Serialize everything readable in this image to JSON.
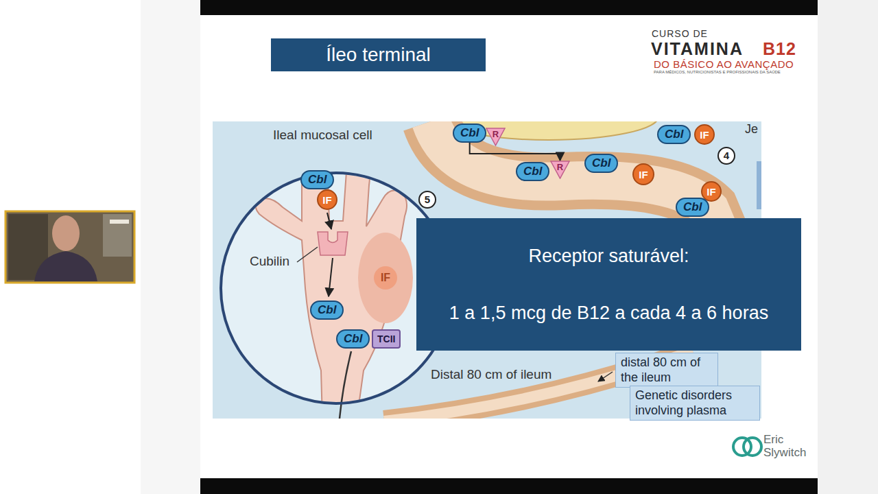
{
  "diagram": {
    "title": "Íleo terminal",
    "nodes": [
      {
        "text": [
          "Ileal mucosal cell"
        ]
      },
      {
        "text": [
          "Cbl"
        ],
        "in": 0
      },
      {
        "text": [
          "IF"
        ],
        "in": 0
      },
      {
        "text": [
          "Cbl"
        ],
        "in": 0
      },
      {
        "text": [
          "IF"
        ],
        "in": 0
      },
      {
        "text": [
          "Cbl"
        ],
        "in": 0
      },
      {
        "text": [
          "TCII"
        ],
        "in": 0
      },
      {
        "text": [
          "Cbl"
        ]
      },
      {
        "text": [
          "R"
        ]
      },
      {
        "text": [
          "Cbl"
        ]
      },
      {
        "text": [
          "R"
        ]
      },
      {
        "text": [
          "Cbl"
        ]
      },
      {
        "text": [
          "IF"
        ]
      },
      {
        "text": [
          "Cbl"
        ]
      },
      {
        "text": [
          "IF"
        ]
      },
      {
        "text": [
          "IF"
        ]
      },
      {
        "text": [
          "Cbl"
        ]
      },
      {
        "text": [
          "Receptor saturável:",
          "1 a 1,5 mcg de B12 a cada 4 a 6 horas"
        ]
      },
      {
        "text": [
          "distal 80 cm of the ileum"
        ]
      },
      {
        "text": [
          "Genetic disorders involving plasma"
        ]
      }
    ],
    "edges": [
      {
        "from": 7,
        "to": 10,
        "arrow": "to"
      }
    ],
    "labels": [
      "CURSO DE",
      "VITAMINA",
      "B12",
      "DO BÁSICO AO AVANÇADO",
      "PARA MÉDICOS, NUTRICIONISTAS E PROFISSIONAIS DA SAÚDE",
      "5",
      "Cubilin",
      "4",
      "Je",
      "Distal 80 cm of ileum",
      "Eric",
      "Slywitch"
    ]
  }
}
